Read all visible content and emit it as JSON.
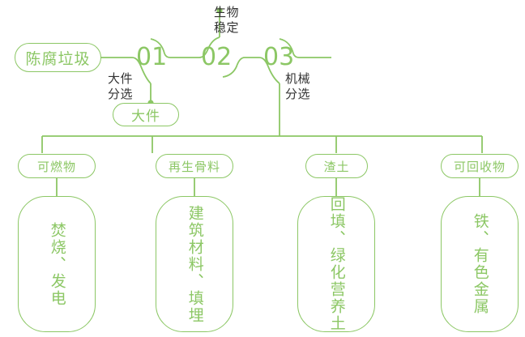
{
  "diagram": {
    "title_source_node": "陈腐垃圾",
    "accent_color": "#8cc765",
    "label_color": "#333333",
    "background": "#ffffff"
  },
  "source": {
    "label": "陈腐垃圾"
  },
  "steps": [
    {
      "number": "01",
      "annotation": "大件\n分选",
      "annotation_line1": "大件",
      "annotation_line2": "分选"
    },
    {
      "number": "02",
      "annotation_line1": "生物",
      "annotation_line2": "稳定"
    },
    {
      "number": "03",
      "annotation_line1": "机械",
      "annotation_line2": "分选"
    }
  ],
  "side_outputs": [
    {
      "label": "大件"
    }
  ],
  "outputs": [
    {
      "label": "可燃物",
      "detail": "焚烧、发电"
    },
    {
      "label": "再生骨料",
      "detail": "建筑材料、填埋"
    },
    {
      "label": "渣土",
      "detail": "回填、绿化营养土"
    },
    {
      "label": "可回收物",
      "detail": "铁、有色金属"
    }
  ]
}
